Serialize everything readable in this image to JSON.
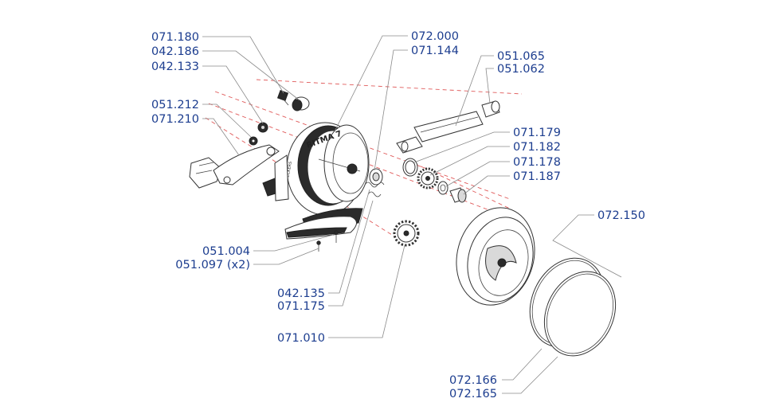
{
  "colors": {
    "label": "#1c3d8f",
    "leader": "#8a8a8a",
    "axis": "#e05a5a",
    "line": "#333333"
  },
  "labels": {
    "l071180": "071.180",
    "l042186": "042.186",
    "l042133": "042.133",
    "l051212": "051.212",
    "l071210": "071.210",
    "l072000": "072.000",
    "l071144": "071.144",
    "l051065": "051.065",
    "l051062": "051.062",
    "l071179": "071.179",
    "l071182": "071.182",
    "l071178": "071.178",
    "l071187": "071.187",
    "l072150": "072.150",
    "l051004": "051.004",
    "l051097": "051.097 (x2)",
    "l042135": "042.135",
    "l071175": "071.175",
    "l071010": "071.010",
    "l072166": "072.166",
    "l072165": "072.165"
  },
  "body_text": {
    "model": "RITMA 7",
    "brand": "RECKERS"
  }
}
